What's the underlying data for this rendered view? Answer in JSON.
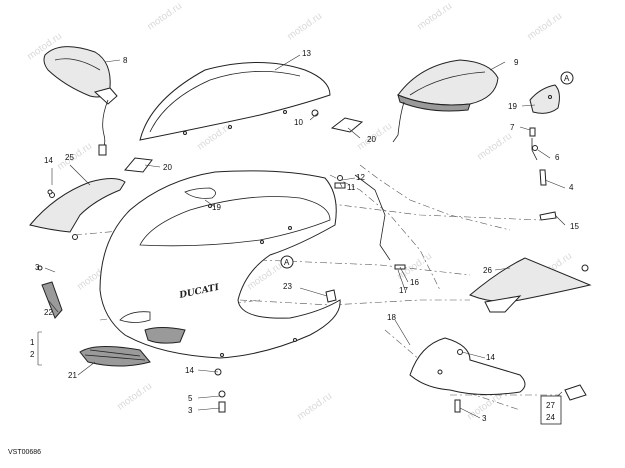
{
  "diagram": {
    "drawing_code": "VST00686",
    "brand_text": "DUCATI",
    "reference_marker": "A",
    "watermark_text": "motod.ru",
    "callouts": [
      "1",
      "2",
      "3",
      "4",
      "5",
      "6",
      "7",
      "8",
      "9",
      "10",
      "11",
      "12",
      "13",
      "14",
      "15",
      "16",
      "17",
      "18",
      "19",
      "20",
      "21",
      "22",
      "23",
      "24",
      "25",
      "26",
      "27"
    ]
  },
  "labels": {
    "c8": "8",
    "c9": "9",
    "c13": "13",
    "c10": "10",
    "c20a": "20",
    "c20b": "20",
    "c19a": "19",
    "c19b": "19",
    "c7": "7",
    "c6": "6",
    "c4": "4",
    "c14a": "14",
    "c25": "25",
    "c12": "12",
    "c11": "11",
    "c15": "15",
    "c3a": "3",
    "c26": "26",
    "c16": "16",
    "c17": "17",
    "c23": "23",
    "c22": "22",
    "c18": "18",
    "c1": "1",
    "c2": "2",
    "c14b": "14",
    "c21": "21",
    "c14c": "14",
    "c5": "5",
    "c3b": "3",
    "c3c": "3",
    "c27": "27",
    "c24": "24",
    "markerA1": "A",
    "markerA2": "A",
    "brand": "DUCATI",
    "code": "VST00686"
  }
}
